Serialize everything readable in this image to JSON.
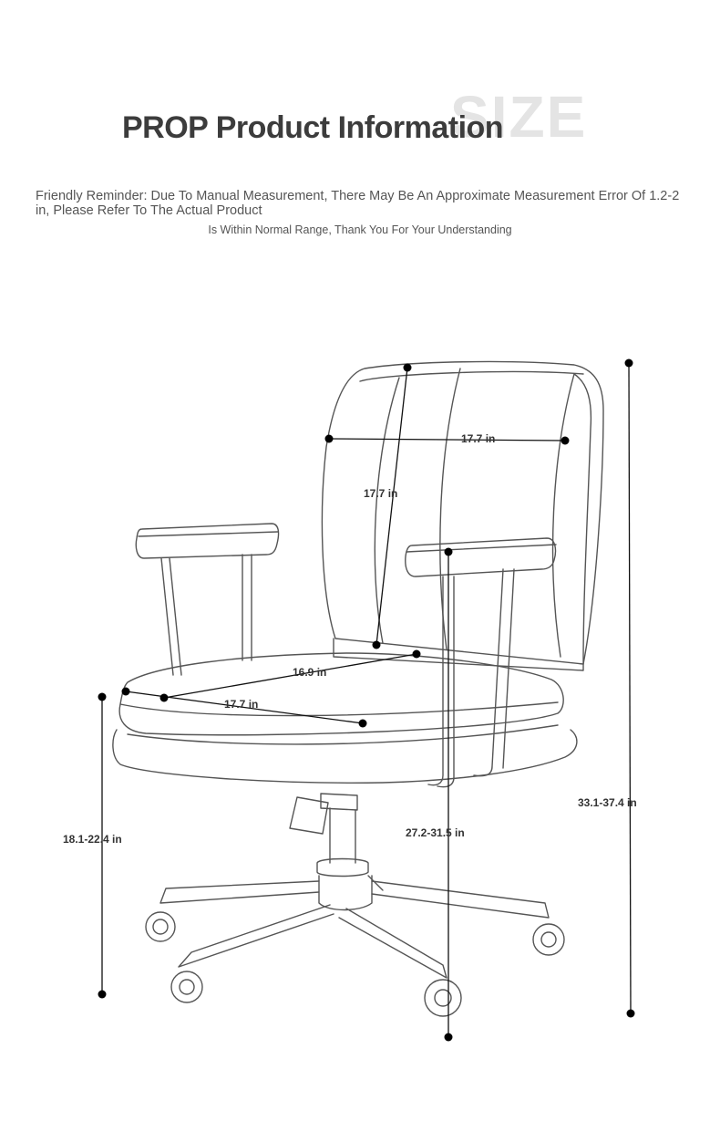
{
  "header": {
    "title": "PROP Product Information",
    "watermark": "SIZE",
    "reminder_line1": "Friendly Reminder: Due To Manual Measurement, There May Be An Approximate Measurement Error Of 1.2-2 in, Please Refer To The Actual Product",
    "reminder_line2": "Is Within Normal Range, Thank You For Your Understanding"
  },
  "dimensions": {
    "backrest_width": "17.7 in",
    "backrest_height": "17.7 in",
    "seat_width": "16.9 in",
    "seat_depth": "17.7 in",
    "seat_height": "18.1-22.4 in",
    "armrest_height": "27.2-31.5 in",
    "overall_height": "33.1-37.4 in"
  },
  "colors": {
    "line": "#444444",
    "marker": "#000000",
    "text": "#333333"
  }
}
